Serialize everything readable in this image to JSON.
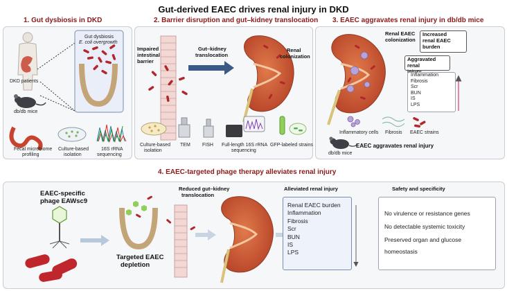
{
  "title": "Gut-derived EAEC drives renal injury in DKD",
  "section1": {
    "title": "1.  Gut dysbiosis in DKD",
    "inset": {
      "line1": "Gut dysbiosis",
      "line2": "E. coli overgrowth"
    },
    "patients": "DKD patients",
    "mice": "db/db mice",
    "methods": [
      {
        "line1": "Fecal microbiome",
        "line2": "profiling"
      },
      {
        "line1": "Culture-based",
        "line2": "isolation"
      },
      {
        "line1": "16S rRNA",
        "line2": "sequencing"
      }
    ]
  },
  "section2": {
    "title": "2. Barrier disruption and gut–kidney translocation",
    "barrier": [
      "Impaired",
      "intestinal",
      "barrier"
    ],
    "translocation": [
      "Gut–kidney",
      "translocation"
    ],
    "colonization": [
      "Renal",
      "colonization"
    ],
    "methods": [
      {
        "line1": "Culture-based",
        "line2": "isolation"
      },
      {
        "line1": "TEM",
        "line2": ""
      },
      {
        "line1": "FISH",
        "line2": ""
      },
      {
        "line1": "Full-length 16S rRNA",
        "line2": "sequencing"
      },
      {
        "line1": "GFP-labeled strains",
        "line2": ""
      }
    ]
  },
  "section3": {
    "title": "3. EAEC aggravates renal injury in db/db mice",
    "colonization": [
      "Renal EAEC",
      "colonization"
    ],
    "burden": [
      "Increased",
      "renal EAEC",
      "burden"
    ],
    "aggravated": [
      "Aggravated renal",
      "injury"
    ],
    "markers": [
      "Inflammation",
      "Fibrosis",
      "Scr",
      "BUN",
      "IS",
      "LPS"
    ],
    "legend": [
      "Inflammatory cells",
      "Fibrosis",
      "EAEC strains"
    ],
    "mouse": "db/db mice",
    "caption": "EAEC aggravates renal injury"
  },
  "section4": {
    "title": "4. EAEC-targeted phage therapy alleviates renal injury",
    "phage": [
      "EAEC-specific",
      "phage EAWsc9"
    ],
    "depletion": [
      "Targeted EAEC",
      "depletion"
    ],
    "reduced": [
      "Reduced gut–kidney",
      "translocation"
    ],
    "alleviated_title": "Alleviated renal injury",
    "alleviated": [
      "Renal EAEC burden",
      "Inflammation",
      "Fibrosis",
      "Scr",
      "BUN",
      "IS",
      "LPS"
    ],
    "safety_title": "Safety and specificity",
    "safety": [
      "No virulence or resistance genes",
      "No detectable systemic toxicity",
      "Preserved organ and glucose",
      "homeostasis"
    ]
  },
  "colors": {
    "title_red": "#8b1a1a",
    "arrow_blue": "#3b5b86",
    "kidney": "#c8552f",
    "bacteria": "#b2272b",
    "panel_bg": "#f6f7f9"
  }
}
